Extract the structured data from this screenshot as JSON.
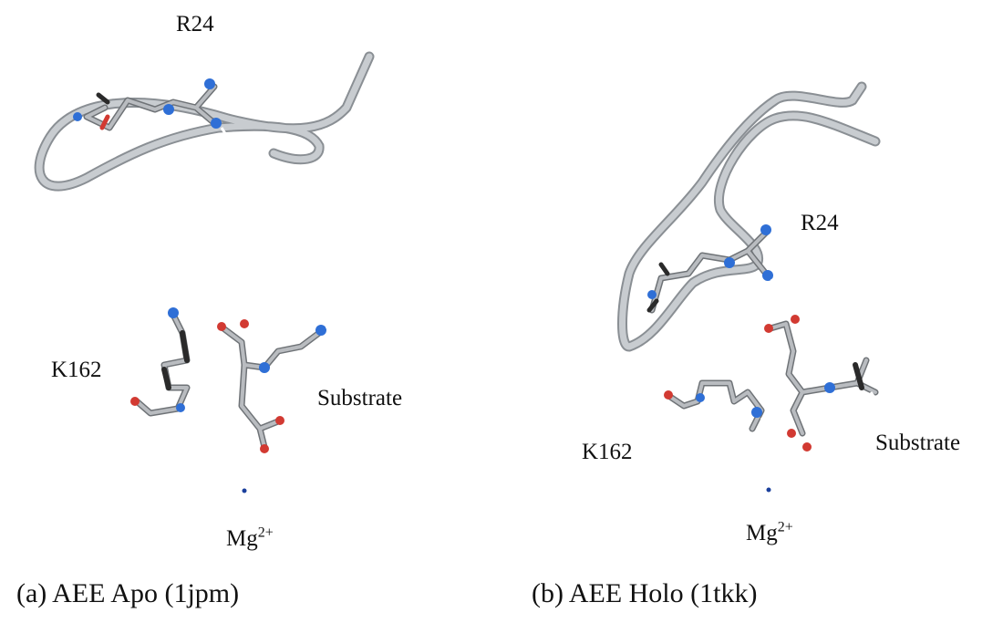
{
  "panels": [
    {
      "caption": "(a) AEE Apo (1jpm)",
      "labels": {
        "residue_top": "R24",
        "residue_lys": "K162",
        "substrate": "Substrate",
        "metal_base": "Mg",
        "metal_charge": "2+"
      }
    },
    {
      "caption": "(b) AEE Holo (1tkk)",
      "labels": {
        "residue_top": "R24",
        "residue_lys": "K162",
        "substrate": "Substrate",
        "metal_base": "Mg",
        "metal_charge": "2+"
      }
    }
  ],
  "colors": {
    "ribbon": "#c8ccd0",
    "ribbon_edge": "#8a8f94",
    "stick": "#b9bcc0",
    "stick_edge": "#6f7377",
    "nitrogen": "#2f6fd6",
    "oxygen": "#d23a32",
    "carbon_dark": "#2a2a2a",
    "hydrogen": "#ffffff",
    "metal": "#1a3f9c"
  }
}
